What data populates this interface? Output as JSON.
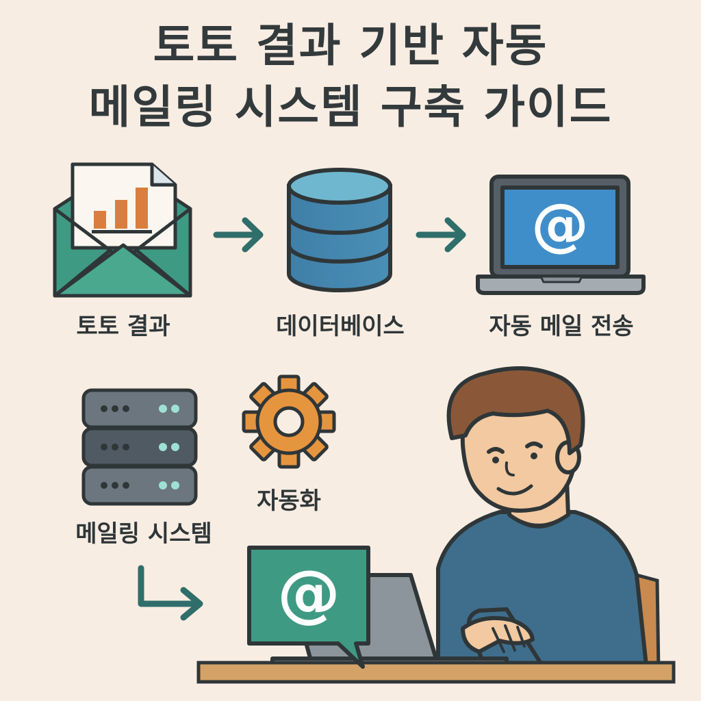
{
  "title": {
    "line1": "토토 결과 기반 자동",
    "line2": "메일링 시스템 구축 가이드"
  },
  "flow": {
    "step1_label": "토토 결과",
    "step2_label": "데이터베이스",
    "step3_label": "자동 메일 전송"
  },
  "components": {
    "mailing_label": "메일링 시스템",
    "automation_label": "자동화"
  },
  "icons": {
    "at_symbol": "@",
    "envelope": "envelope-icon",
    "database": "database-icon",
    "laptop": "laptop-icon",
    "server": "server-icon",
    "gear": "gear-icon"
  },
  "colors": {
    "background": "#f8ede3",
    "teal": "#3f9a83",
    "blue": "#3f7fa8",
    "orange": "#e6953f",
    "ink": "#2f3638"
  }
}
